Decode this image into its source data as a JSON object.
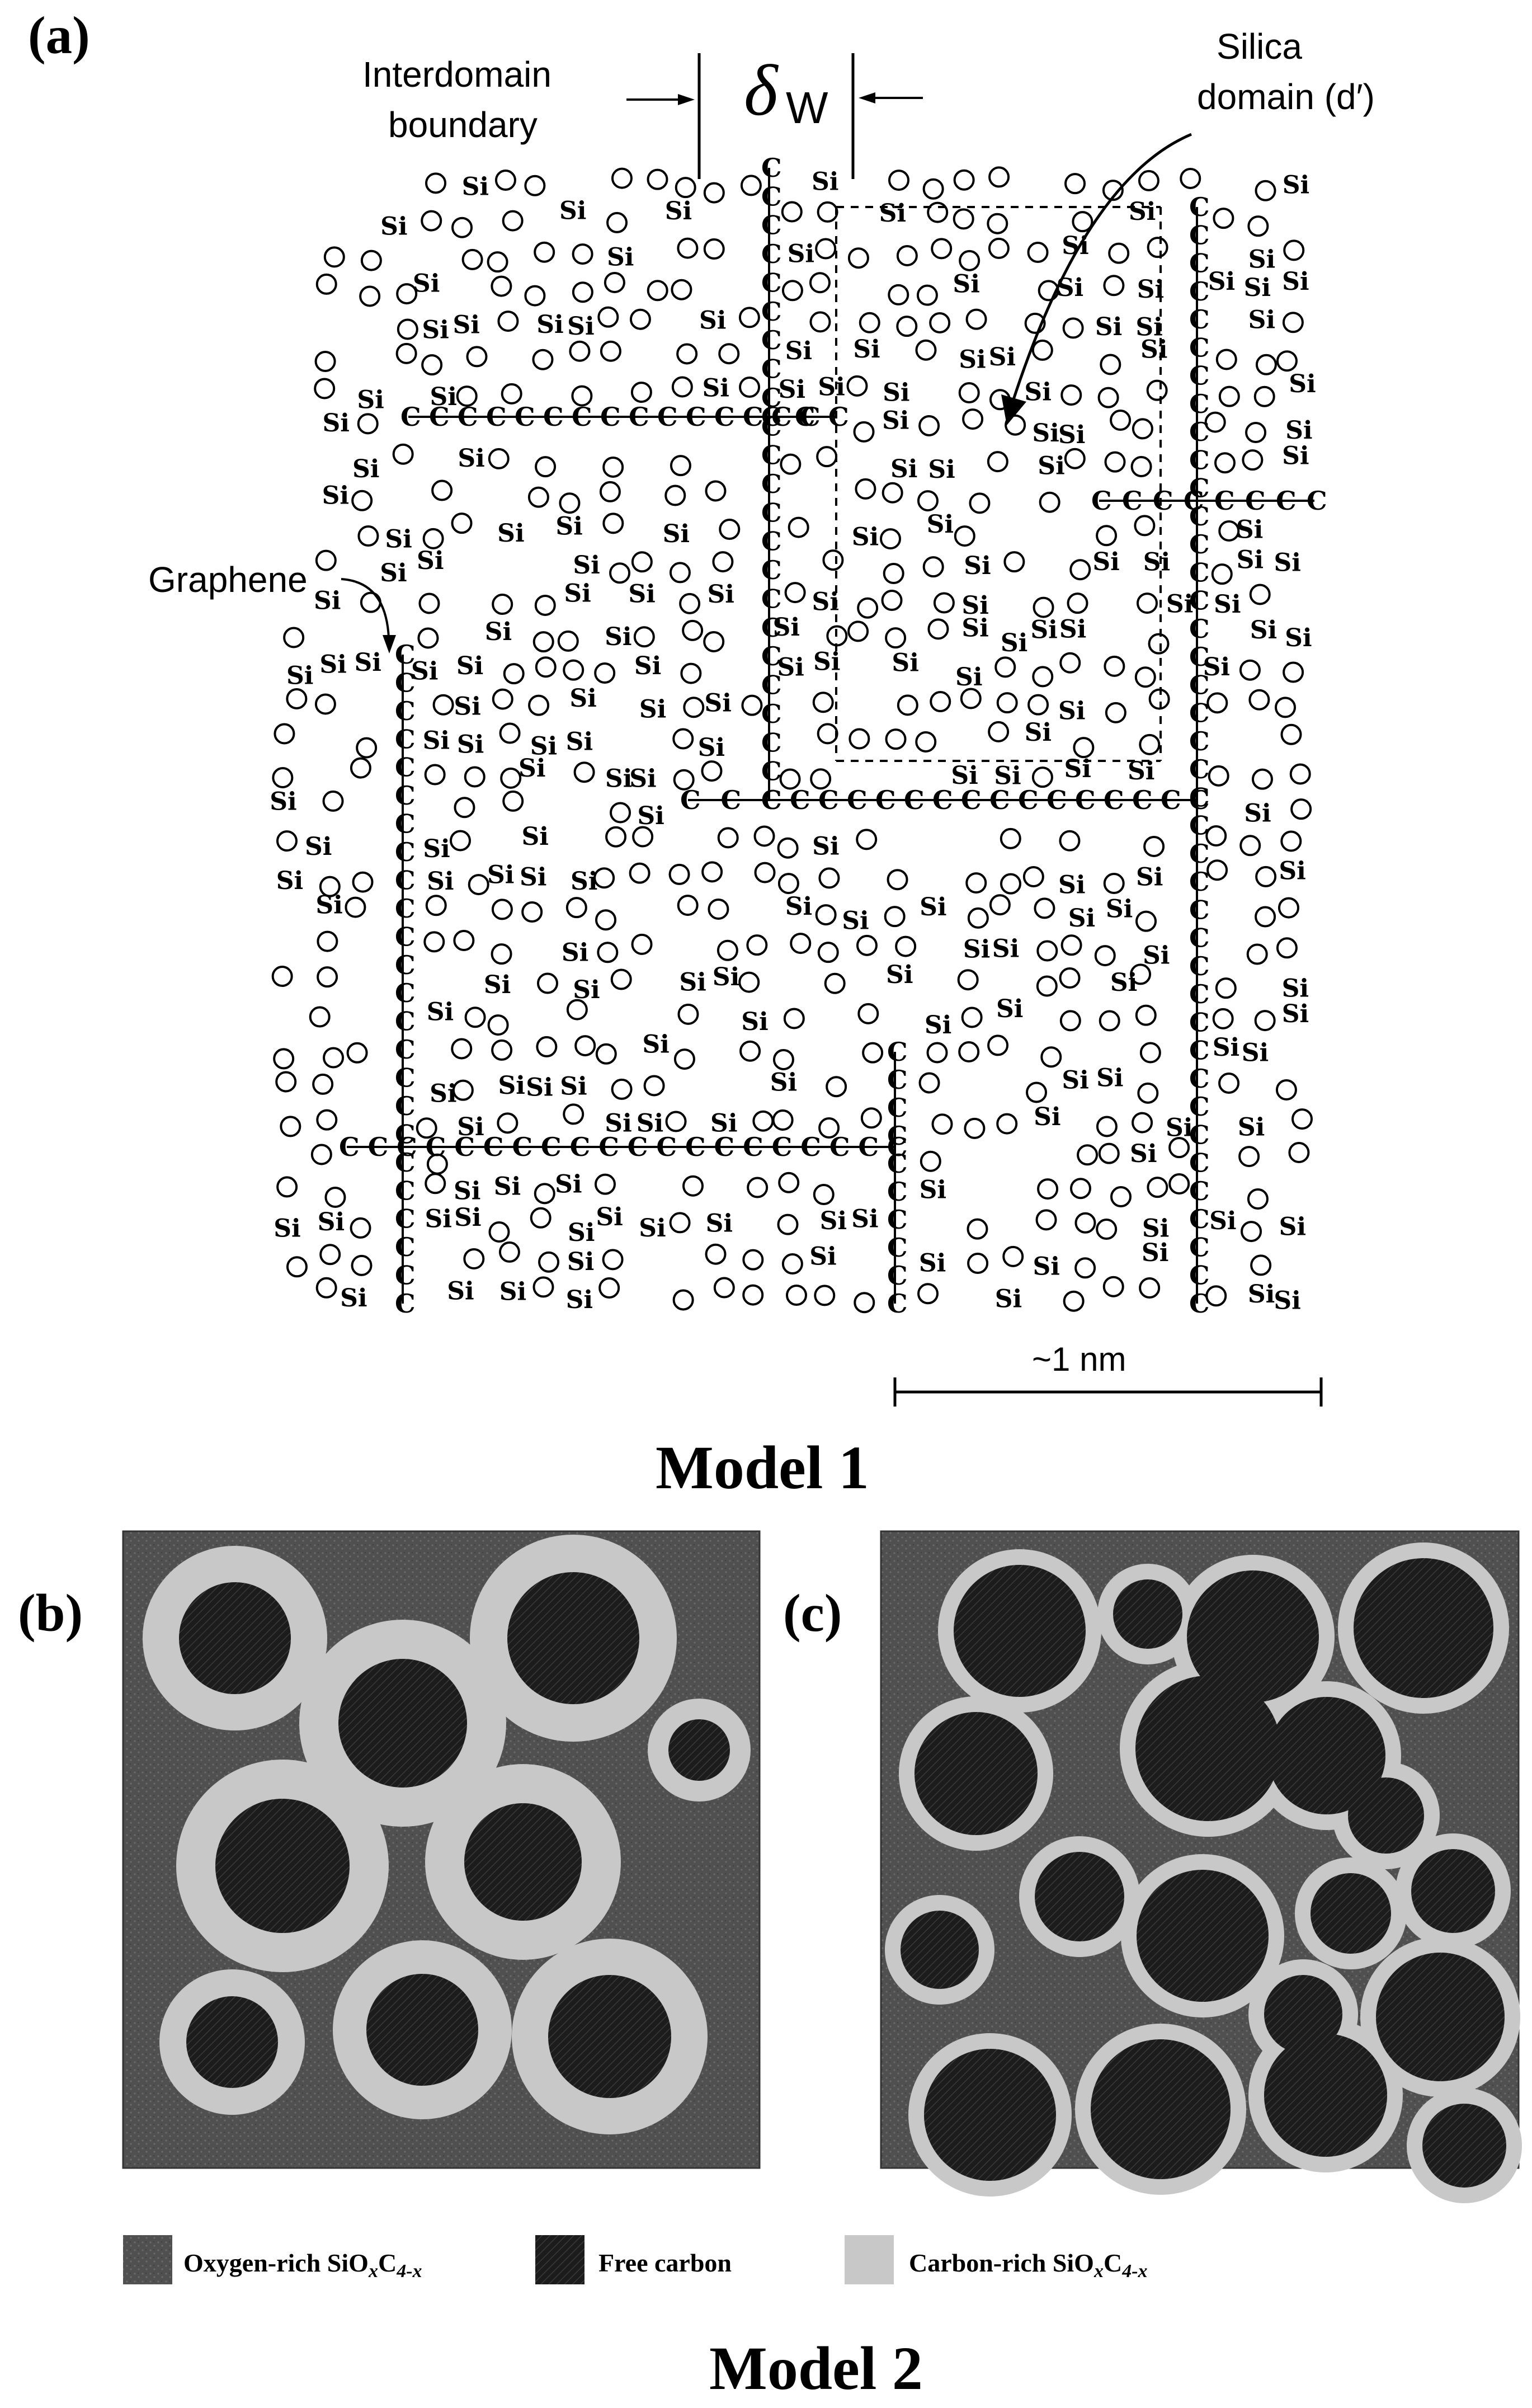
{
  "panel_a": {
    "label": "(a)",
    "interdomain": [
      "Interdomain",
      "boundary"
    ],
    "delta_symbol": "δ",
    "delta_sub": "W",
    "silica": [
      "Silica",
      "domain (d′)"
    ],
    "graphene": "Graphene",
    "scale": "~1 nm",
    "caption": "Model 1",
    "atom_si": "Si",
    "atom_c": "C"
  },
  "panel_b": {
    "label": "(b)"
  },
  "panel_c": {
    "label": "(c)"
  },
  "legend": [
    {
      "text": "Oxygen-rich SiO",
      "sub1": "x",
      "mid": "C",
      "sub2": "4-x",
      "color": "#4a4a4a"
    },
    {
      "text": "Free carbon",
      "sub1": "",
      "mid": "",
      "sub2": "",
      "color": "#222222"
    },
    {
      "text": "Carbon-rich SiO",
      "sub1": "x",
      "mid": "C",
      "sub2": "4-x",
      "color": "#c8c8c8"
    }
  ],
  "caption2": "Model 2",
  "colors": {
    "oxygen_rich": "#4a4a4a",
    "free_carbon": "#222222",
    "carbon_rich": "#c8c8c8"
  }
}
